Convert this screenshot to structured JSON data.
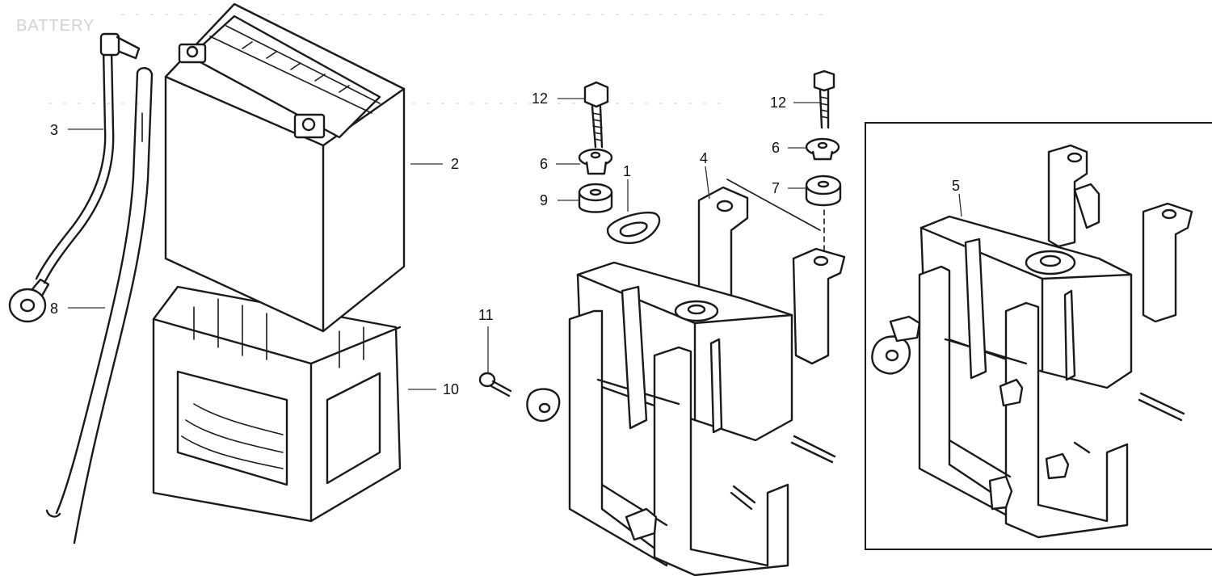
{
  "diagram": {
    "title": "BATTERY",
    "callouts": {
      "c1": "1",
      "c2": "2",
      "c3": "3",
      "c4": "4",
      "c5": "5",
      "c6a": "6",
      "c6b": "6",
      "c7": "7",
      "c8": "8",
      "c9": "9",
      "c10": "10",
      "c11": "11",
      "c12a": "12",
      "c12b": "12"
    }
  }
}
